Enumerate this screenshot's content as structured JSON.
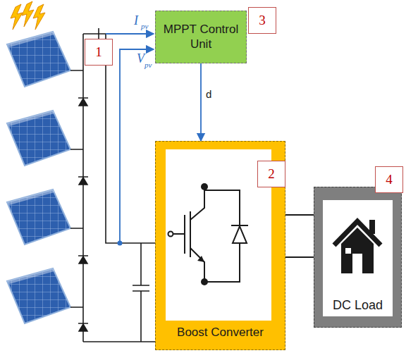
{
  "diagram": {
    "nodes": [
      {
        "text": [
          "1"
        ]
      },
      {
        "text": [
          "MPPT Control Unit"
        ]
      },
      {
        "text": [
          "3"
        ]
      },
      {
        "text": [
          "Boost Converter"
        ]
      },
      {
        "text": [
          "2"
        ]
      },
      {
        "text": [
          "DC Load"
        ]
      },
      {
        "text": [
          "4"
        ]
      }
    ],
    "edges": [
      {
        "from": 1,
        "to": 3,
        "arrow": "to",
        "label": "d"
      },
      {
        "from": 3,
        "to": 5,
        "arrow": "none"
      },
      {
        "from": 3,
        "to": 5,
        "arrow": "none"
      }
    ],
    "labels": [
      "I",
      "pv",
      "V",
      "pv"
    ]
  }
}
